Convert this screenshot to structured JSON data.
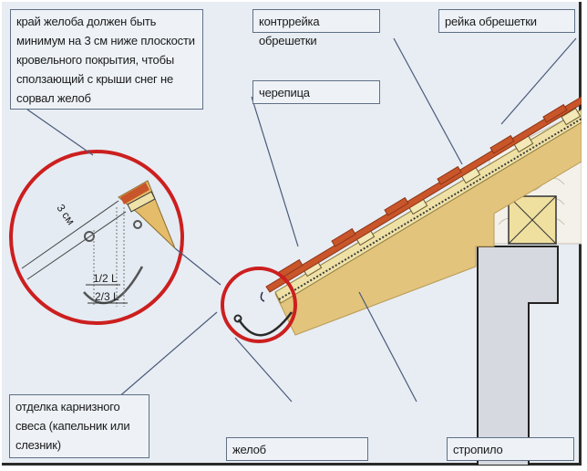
{
  "callouts": {
    "gutter_edge_note": "край желоба должен быть минимум на 3 см ниже плоскости кровельного покрытия, чтобы сползающий с крыши снег не сорвал желоб",
    "counter_batten": "контррейка обрешетки",
    "batten": "рейка обрешетки",
    "tile": "черепица",
    "drip_edge": "отделка карнизного свеса (капельник или слезник)",
    "gutter": "желоб",
    "rafter": "стропило"
  },
  "detail_dimensions": {
    "offset": "3 см",
    "half_l": "1/2 L",
    "two_thirds_l": "2/3 L"
  },
  "colors": {
    "highlight_circle": "#cc1f1f",
    "tile": "#c9552a",
    "rafter": "#e3c27a",
    "batten": "#f0e2a8",
    "leader_line": "#4a5a7a",
    "wall": "#d9dce2",
    "background": "#e8edf3"
  }
}
